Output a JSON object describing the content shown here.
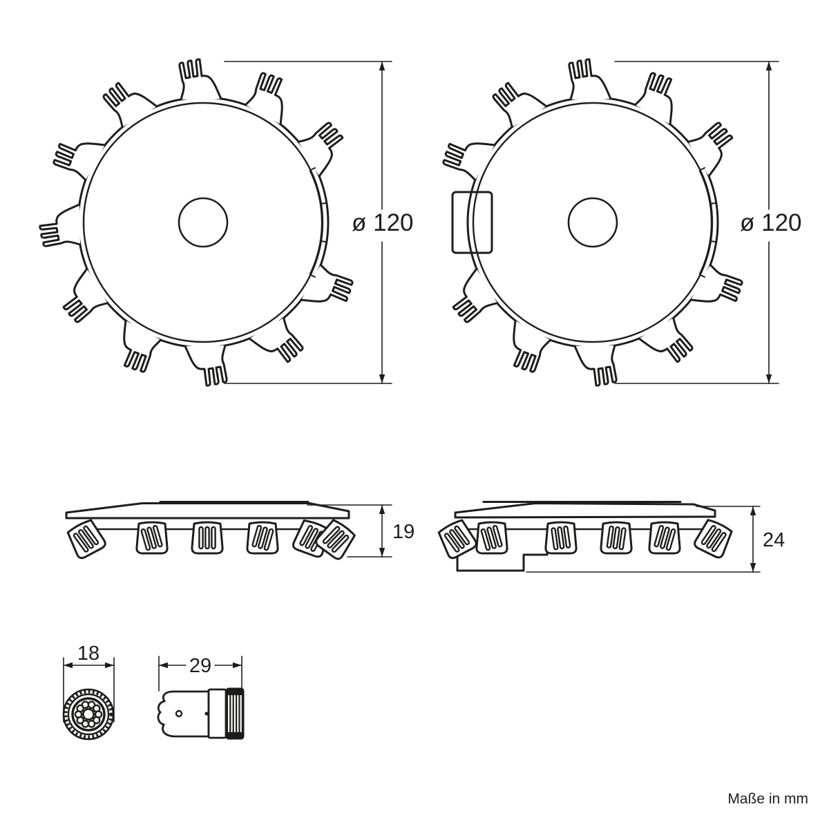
{
  "drawing": {
    "note": "Maße in mm",
    "dimensions": {
      "disc_left_diameter": "ø 120",
      "disc_right_diameter": "ø 120",
      "side_left_height": "19",
      "side_right_height": "24",
      "socket_front_diameter": "18",
      "socket_side_length": "29"
    },
    "colors": {
      "line": "#1d1d1b",
      "background": "#ffffff"
    }
  }
}
